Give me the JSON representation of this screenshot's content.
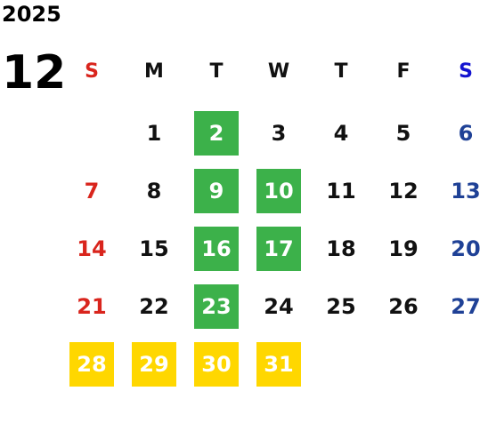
{
  "year": "2025",
  "month": "12",
  "weekdays": [
    "S",
    "M",
    "T",
    "W",
    "T",
    "F",
    "S"
  ],
  "weeks": [
    [
      {
        "label": "",
        "style": "empty"
      },
      {
        "label": "1",
        "style": "normal"
      },
      {
        "label": "2",
        "style": "holiday-green"
      },
      {
        "label": "3",
        "style": "normal"
      },
      {
        "label": "4",
        "style": "normal"
      },
      {
        "label": "5",
        "style": "normal"
      },
      {
        "label": "6",
        "style": "saturday"
      }
    ],
    [
      {
        "label": "7",
        "style": "sunday"
      },
      {
        "label": "8",
        "style": "normal"
      },
      {
        "label": "9",
        "style": "holiday-green"
      },
      {
        "label": "10",
        "style": "holiday-green"
      },
      {
        "label": "11",
        "style": "normal"
      },
      {
        "label": "12",
        "style": "normal"
      },
      {
        "label": "13",
        "style": "saturday"
      }
    ],
    [
      {
        "label": "14",
        "style": "sunday"
      },
      {
        "label": "15",
        "style": "normal"
      },
      {
        "label": "16",
        "style": "holiday-green"
      },
      {
        "label": "17",
        "style": "holiday-green"
      },
      {
        "label": "18",
        "style": "normal"
      },
      {
        "label": "19",
        "style": "normal"
      },
      {
        "label": "20",
        "style": "saturday"
      }
    ],
    [
      {
        "label": "21",
        "style": "sunday"
      },
      {
        "label": "22",
        "style": "normal"
      },
      {
        "label": "23",
        "style": "holiday-green"
      },
      {
        "label": "24",
        "style": "normal"
      },
      {
        "label": "25",
        "style": "normal"
      },
      {
        "label": "26",
        "style": "normal"
      },
      {
        "label": "27",
        "style": "saturday"
      }
    ],
    [
      {
        "label": "28",
        "style": "holiday-yellow"
      },
      {
        "label": "29",
        "style": "holiday-yellow"
      },
      {
        "label": "30",
        "style": "holiday-yellow"
      },
      {
        "label": "31",
        "style": "holiday-yellow"
      },
      {
        "label": "",
        "style": "empty"
      },
      {
        "label": "",
        "style": "empty"
      },
      {
        "label": "",
        "style": "empty"
      }
    ]
  ],
  "colors": {
    "sunday": "#d9251d",
    "saturday": "#1f4196",
    "saturday_header": "#1414d0",
    "highlight_green": "#3cb14a",
    "highlight_yellow": "#ffd700"
  }
}
